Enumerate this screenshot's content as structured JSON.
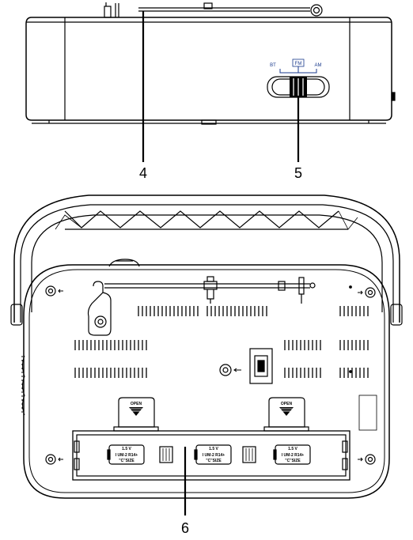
{
  "callouts": {
    "antenna": "4",
    "selector": "5",
    "battery_compartment": "6"
  },
  "selector_labels": {
    "bt": "BT",
    "fm": "FM",
    "am": "AM"
  },
  "open_tabs": {
    "left": "OPEN",
    "right": "OPEN"
  },
  "battery_labels": {
    "line1": "1.5 V",
    "line2": "I UM-2 R14+",
    "line3": "\"C\"SIZE"
  },
  "colors": {
    "line": "#000000",
    "selector_blue": "#1a3a8c"
  }
}
